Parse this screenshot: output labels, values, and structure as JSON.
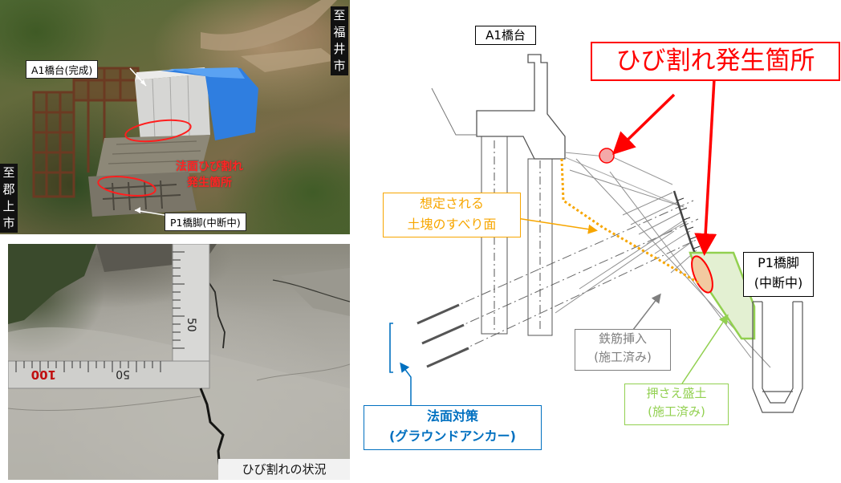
{
  "photo_top": {
    "to_fukui": [
      "至",
      "福",
      "井",
      "市"
    ],
    "to_gujo": [
      "至",
      "郡",
      "上",
      "市"
    ],
    "a1_label": "A1橋台(完成)",
    "p1_label": "P1橋脚(中断中)",
    "crack_line1": "法面ひび割れ",
    "crack_line2": "発生箇所"
  },
  "photo_bottom": {
    "ruler_50_top": "50",
    "ruler_100": "100",
    "ruler_50_left": "50",
    "caption": "ひび割れの状況"
  },
  "diagram": {
    "a1_label": "A1橋台",
    "crack_title": "ひび割れ発生箇所",
    "slip_line1": "想定される",
    "slip_line2": "土塊のすべり面",
    "p1_line1": "P1橋脚",
    "p1_line2": "(中断中)",
    "rebar_line1": "鉄筋挿入",
    "rebar_line2": "(施工済み)",
    "fill_line1": "押さえ盛土",
    "fill_line2": "(施工済み)",
    "anchor_line1": "法面対策",
    "anchor_line2": "(グラウンドアンカー)"
  },
  "colors": {
    "red": "#ff0000",
    "orange": "#f7a600",
    "blue": "#0070c0",
    "green": "#92d050",
    "gray": "#7f7f7f"
  }
}
